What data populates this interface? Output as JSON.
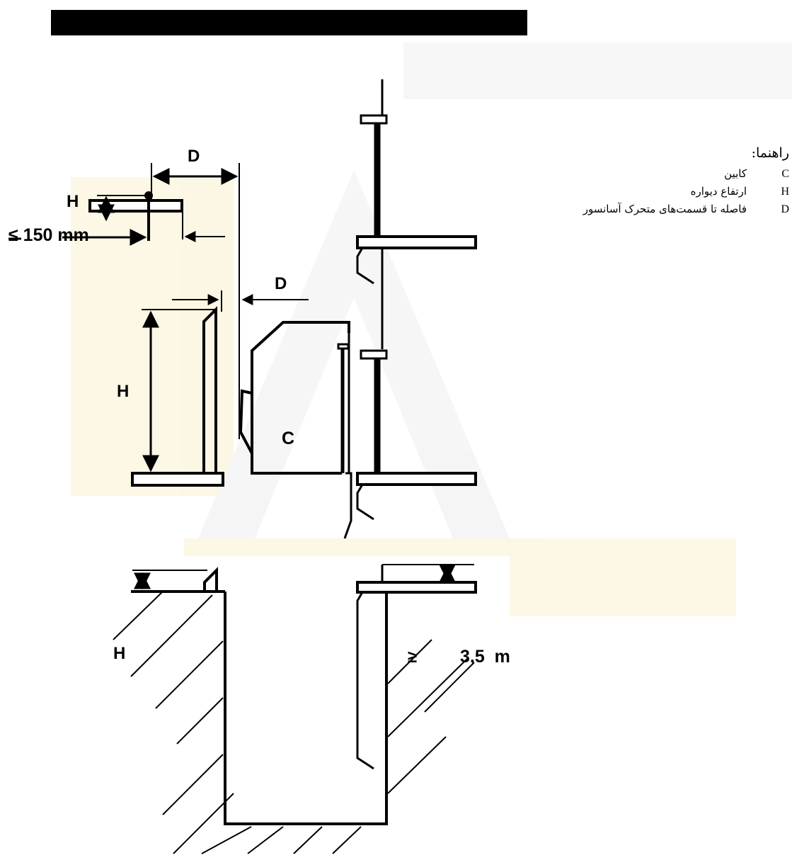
{
  "diagram": {
    "labels": {
      "d_top": "D",
      "h_top": "H",
      "max_150": "≤ 150 mm",
      "d_middle": "D",
      "h_middle": "H",
      "cabin": "C",
      "h_bottom": "H",
      "min_35": "≥",
      "min_35_value": "3,5  m"
    }
  },
  "legend": {
    "title": "راهنما:",
    "items": [
      {
        "key": "C",
        "desc": "کابین"
      },
      {
        "key": "H",
        "desc": "ارتفاع دیواره"
      },
      {
        "key": "D",
        "desc": "فاصله تا قسمت‌های متحرک آسانسور"
      }
    ]
  },
  "colors": {
    "line": "#000000",
    "watermark": "#f3e8c0",
    "watermark_gray": "#eeeeee"
  }
}
